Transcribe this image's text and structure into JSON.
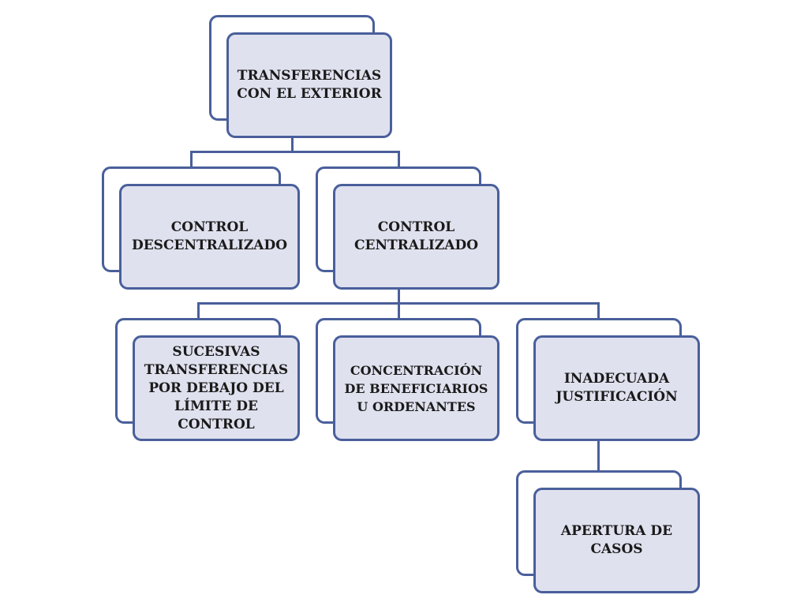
{
  "nodes": {
    "root": "TRANSFERENCIAS CON EL EXTERIOR",
    "control_descentralizado": "CONTROL DESCENTRALIZADO",
    "control_centralizado": "CONTROL CENTRALIZADO",
    "sucesivas": "SUCESIVAS TRANSFERENCIAS POR DEBAJO DEL LÍMITE DE CONTROL",
    "concentracion": "CONCENTRACIÓN DE BENEFICIARIOS U ORDENANTES",
    "inadecuada": "INADECUADA JUSTIFICACIÓN",
    "apertura": "APERTURA DE CASOS"
  },
  "colors": {
    "box_fill": "#dfe1ee",
    "box_border": "#4a5f9b",
    "connector": "#4a5f9b",
    "text": "#1a1a1a"
  }
}
